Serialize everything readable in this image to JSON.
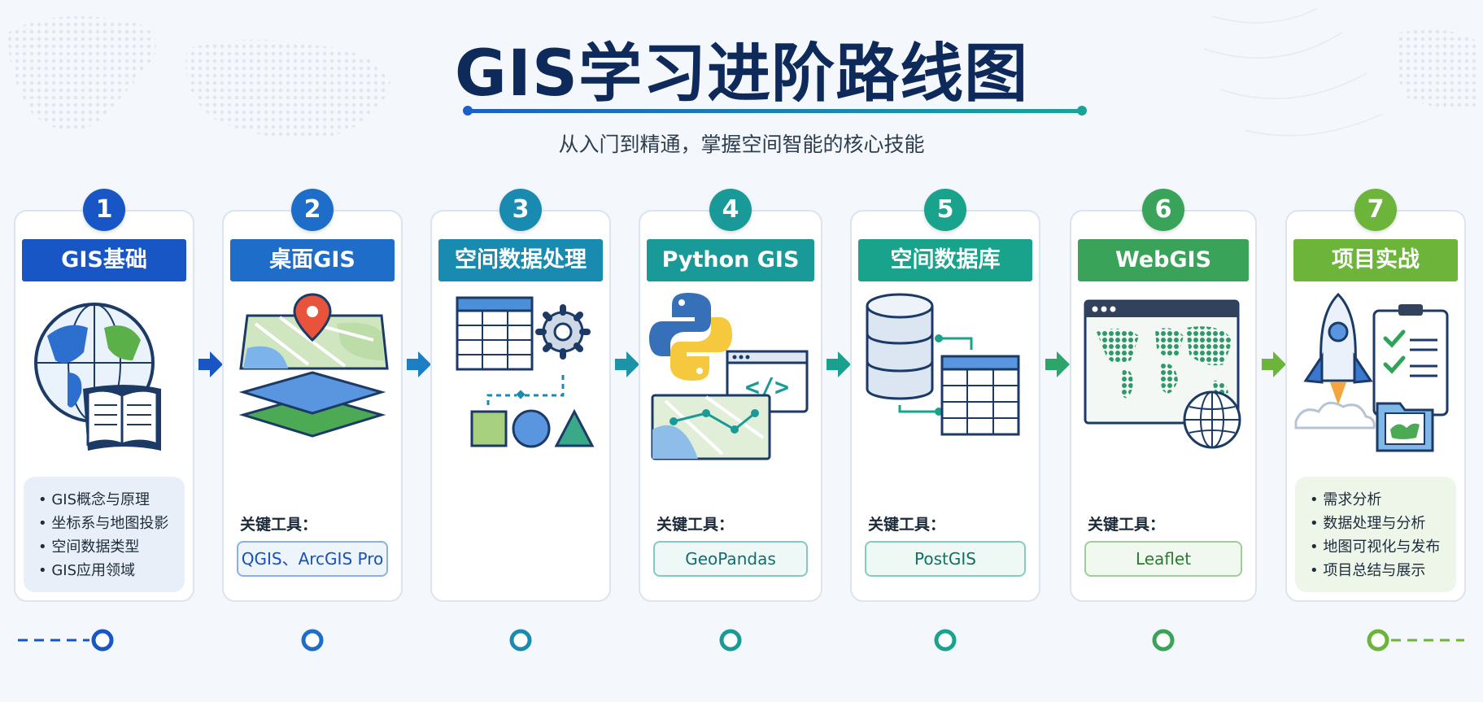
{
  "header": {
    "title": "GIS学习进阶路线图",
    "subtitle": "从入门到精通，掌握空间智能的核心技能"
  },
  "colors": {
    "title": "#0d2a5a",
    "step1": "#1756c4",
    "step2": "#1e6ec9",
    "step3": "#1a8bb0",
    "step4": "#199a98",
    "step5": "#1aa38c",
    "step6": "#3aa35a",
    "step7": "#6cb43a"
  },
  "steps": [
    {
      "number": "1",
      "title": "GIS基础",
      "bullets": [
        "GIS概念与原理",
        "坐标系与地图投影",
        "空间数据类型",
        "GIS应用领域"
      ]
    },
    {
      "number": "2",
      "title": "桌面GIS",
      "tools_label": "关键工具：",
      "tools": "QGIS、ArcGIS Pro"
    },
    {
      "number": "3",
      "title": "空间数据处理"
    },
    {
      "number": "4",
      "title": "Python GIS",
      "tools_label": "关键工具：",
      "tools": "GeoPandas"
    },
    {
      "number": "5",
      "title": "空间数据库",
      "tools_label": "关键工具：",
      "tools": "PostGIS"
    },
    {
      "number": "6",
      "title": "WebGIS",
      "tools_label": "关键工具：",
      "tools": "Leaflet"
    },
    {
      "number": "7",
      "title": "项目实战",
      "bullets": [
        "需求分析",
        "数据处理与分析",
        "地图可视化与发布",
        "项目总结与展示"
      ]
    }
  ]
}
